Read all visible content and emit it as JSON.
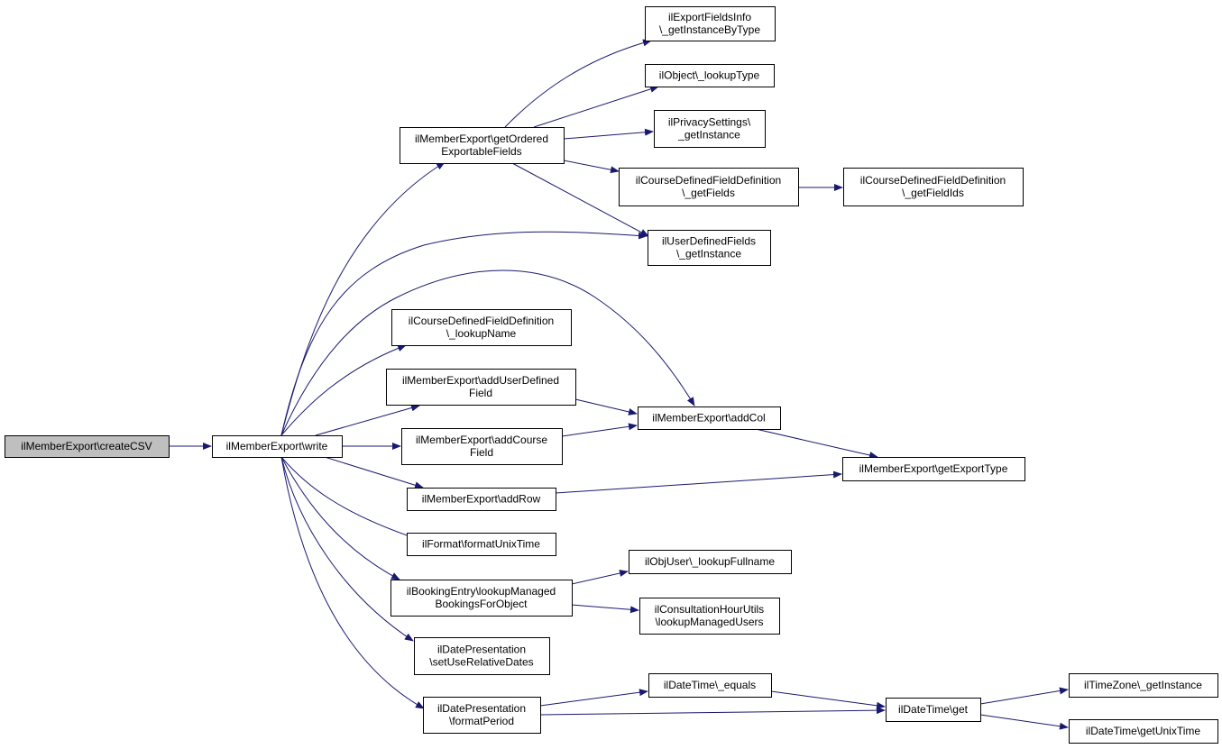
{
  "colors": {
    "edge": "#191970",
    "root_fill": "#bfbfbf",
    "node_fill": "#ffffff",
    "node_border": "#000000"
  },
  "nodes": {
    "createCSV": {
      "lines": [
        "ilMemberExport\\createCSV"
      ],
      "root": true
    },
    "write": {
      "lines": [
        "ilMemberExport\\write"
      ]
    },
    "getOrdered": {
      "lines": [
        "ilMemberExport\\getOrdered",
        "ExportableFields"
      ]
    },
    "exportFieldsInfo": {
      "lines": [
        "ilExportFieldsInfo",
        "\\_getInstanceByType"
      ]
    },
    "objectLookupType": {
      "lines": [
        "ilObject\\_lookupType"
      ]
    },
    "privacySettings": {
      "lines": [
        "ilPrivacySettings\\",
        "_getInstance"
      ]
    },
    "cdfGetFields": {
      "lines": [
        "ilCourseDefinedFieldDefinition",
        "\\_getFields"
      ]
    },
    "cdfGetFieldIds": {
      "lines": [
        "ilCourseDefinedFieldDefinition",
        "\\_getFieldIds"
      ]
    },
    "udfGetInstance": {
      "lines": [
        "ilUserDefinedFields",
        "\\_getInstance"
      ]
    },
    "cdfLookupName": {
      "lines": [
        "ilCourseDefinedFieldDefinition",
        "\\_lookupName"
      ]
    },
    "addUserDefinedField": {
      "lines": [
        "ilMemberExport\\addUserDefined",
        "Field"
      ]
    },
    "addCol": {
      "lines": [
        "ilMemberExport\\addCol"
      ]
    },
    "addCourseField": {
      "lines": [
        "ilMemberExport\\addCourse",
        "Field"
      ]
    },
    "getExportType": {
      "lines": [
        "ilMemberExport\\getExportType"
      ]
    },
    "addRow": {
      "lines": [
        "ilMemberExport\\addRow"
      ]
    },
    "formatUnixTime": {
      "lines": [
        "ilFormat\\formatUnixTime"
      ]
    },
    "bookingEntry": {
      "lines": [
        "ilBookingEntry\\lookupManaged",
        "BookingsForObject"
      ]
    },
    "objUserLookupFullname": {
      "lines": [
        "ilObjUser\\_lookupFullname"
      ]
    },
    "consultationHourUtils": {
      "lines": [
        "ilConsultationHourUtils",
        "\\lookupManagedUsers"
      ]
    },
    "setUseRelativeDates": {
      "lines": [
        "ilDatePresentation",
        "\\setUseRelativeDates"
      ]
    },
    "formatPeriod": {
      "lines": [
        "ilDatePresentation",
        "\\formatPeriod"
      ]
    },
    "dateTimeEquals": {
      "lines": [
        "ilDateTime\\_equals"
      ]
    },
    "dateTimeGet": {
      "lines": [
        "ilDateTime\\get"
      ]
    },
    "timeZoneGetInstance": {
      "lines": [
        "ilTimeZone\\_getInstance"
      ]
    },
    "dateTimeGetUnixTime": {
      "lines": [
        "ilDateTime\\getUnixTime"
      ]
    }
  }
}
